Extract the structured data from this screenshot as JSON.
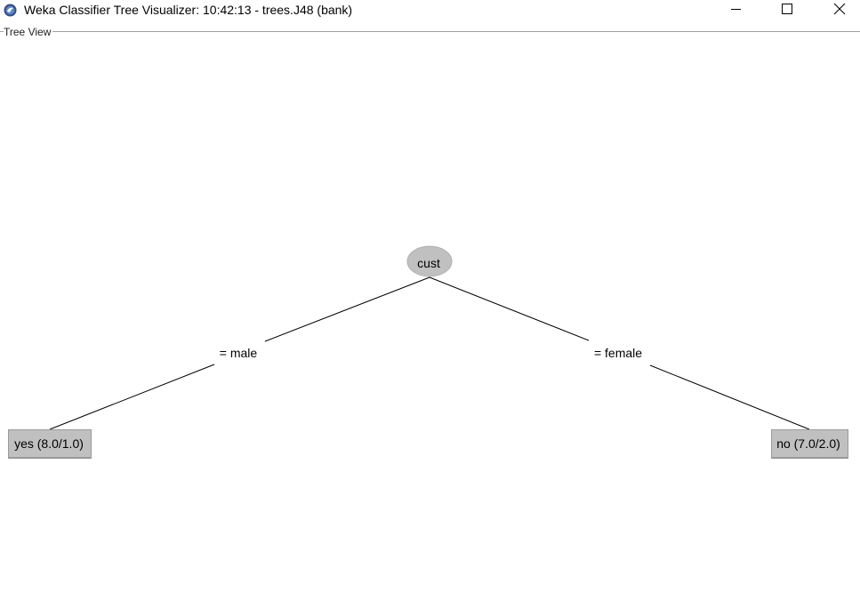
{
  "window": {
    "title": "Weka Classifier Tree Visualizer: 10:42:13 - trees.J48 (bank)",
    "app_icon": "weka-bird-icon",
    "controls": [
      "minimize-icon",
      "maximize-icon",
      "close-icon"
    ]
  },
  "panel": {
    "border_title": "Tree View"
  },
  "tree": {
    "root": {
      "label": "cust",
      "shape": "ellipse",
      "color": "#c0c0c0"
    },
    "edges": [
      {
        "label": "= male"
      },
      {
        "label": "= female"
      }
    ],
    "leaves": [
      {
        "label": "yes (8.0/1.0)",
        "shape": "rectangle",
        "color": "#c0c0c0"
      },
      {
        "label": "no (7.0/2.0)",
        "shape": "rectangle",
        "color": "#c0c0c0"
      }
    ]
  }
}
